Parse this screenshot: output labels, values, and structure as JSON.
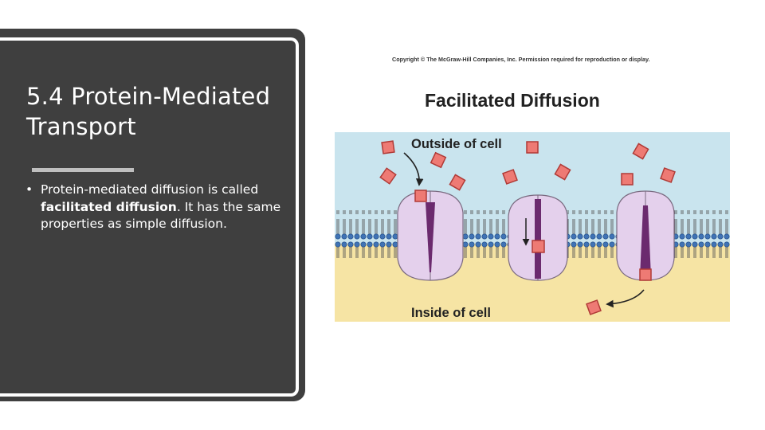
{
  "slide": {
    "title": "5.4 Protein-Mediated Transport",
    "bullet": {
      "marker": "•",
      "before": "Protein-mediated diffusion is called ",
      "bold": "facilitated diffusion",
      "after": ". It has the same properties as simple diffusion."
    }
  },
  "figure": {
    "copyright": "Copyright © The McGraw-Hill Companies, Inc. Permission required for reproduction or display.",
    "title": "Facilitated Diffusion",
    "outside_label": "Outside of cell",
    "inside_label": "Inside of cell"
  },
  "colors": {
    "panel": "#3f3f3f",
    "extracellular": "#c9e4ee",
    "cytoplasm": "#f6e4a4",
    "protein": "#e4d0ec",
    "channel": "#6b2a6e",
    "solute": "#ee7a74"
  }
}
